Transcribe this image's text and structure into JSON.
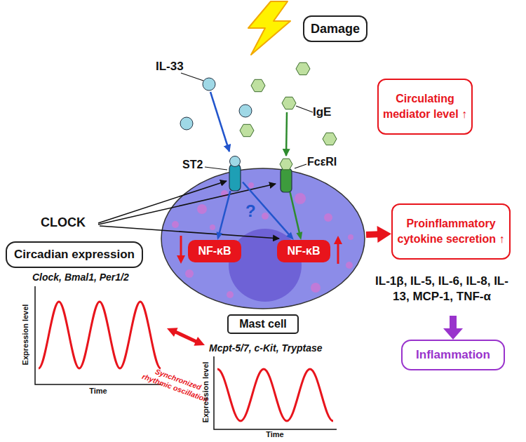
{
  "diagram": {
    "nodes": [
      {
        "text": [
          "Damage"
        ]
      },
      {
        "text": [
          "Circulating mediator level ↑"
        ]
      },
      {
        "text": [
          "ST2"
        ]
      },
      {
        "text": [
          "FcεRI"
        ]
      },
      {
        "text": [
          "Mast cell"
        ]
      },
      {
        "text": [
          "NF-κB"
        ],
        "in": 4
      },
      {
        "text": [
          "NF-κB"
        ],
        "in": 4
      },
      {
        "text": [
          "Proinflammatory cytokine secretion ↑"
        ]
      },
      {
        "text": [
          "Circadian expression"
        ]
      },
      {
        "text": [
          "Inflammation"
        ]
      }
    ],
    "edges": [
      {
        "from": 2,
        "to": 5,
        "arrow": "to"
      },
      {
        "from": 2,
        "to": 6,
        "arrow": "to"
      },
      {
        "from": 3,
        "to": 6,
        "arrow": "to"
      },
      {
        "from": 4,
        "to": 7,
        "arrow": "to"
      }
    ],
    "labels": [
      "IL-33",
      "IgE",
      "CLOCK",
      "?",
      "IL-1β, IL-5, IL-6, IL-8, IL-13, MCP-1, TNF-α",
      "Clock, Bmal1, Per1/2",
      "Expression level",
      "Time",
      "Synchronized rhythmic oscillation",
      "Mcpt-5/7, c-Kit, Tryptase",
      "Expression level",
      "Time"
    ]
  }
}
